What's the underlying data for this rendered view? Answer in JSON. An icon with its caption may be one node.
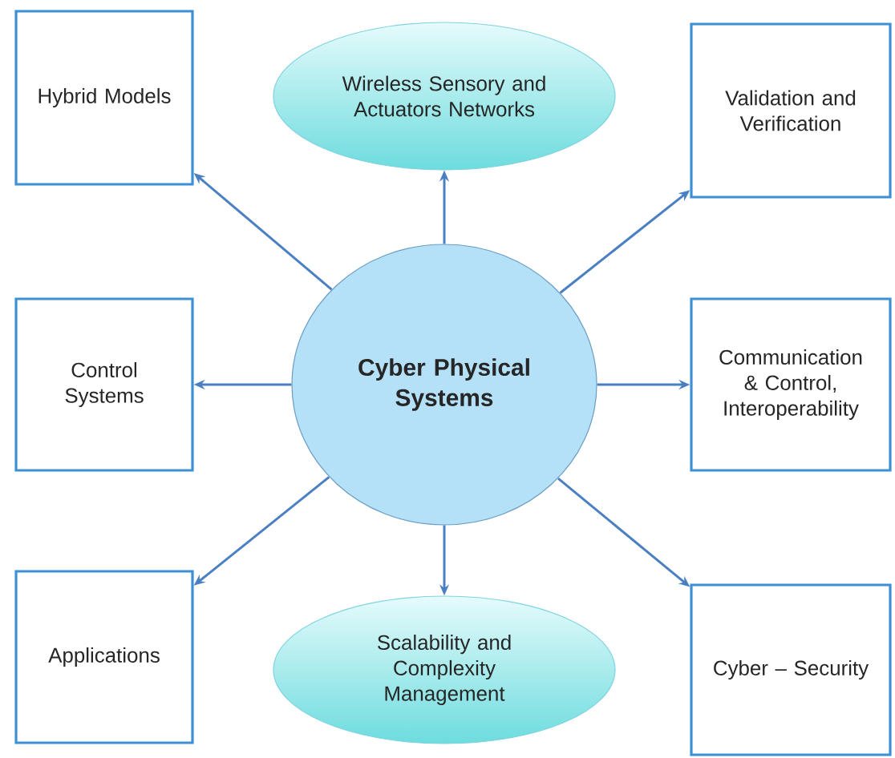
{
  "diagram": {
    "nodes": [
      {
        "text": [
          "Hybrid Models"
        ]
      },
      {
        "text": [
          "Wireless Sensory and Actuators Networks"
        ]
      },
      {
        "text": [
          "Validation and Verification"
        ]
      },
      {
        "text": [
          "Control Systems"
        ]
      },
      {
        "text": [
          "Cyber Physical Systems"
        ]
      },
      {
        "text": [
          "Communication & Control, Interoperability"
        ]
      },
      {
        "text": [
          "Applications"
        ]
      },
      {
        "text": [
          "Scalability and Complexity Management"
        ]
      },
      {
        "text": [
          "Cyber – Security"
        ]
      }
    ],
    "edges": [
      {
        "from": 4,
        "to": 0,
        "arrow": "to"
      },
      {
        "from": 4,
        "to": 1,
        "arrow": "to"
      },
      {
        "from": 4,
        "to": 2,
        "arrow": "to"
      },
      {
        "from": 4,
        "to": 3,
        "arrow": "to"
      },
      {
        "from": 4,
        "to": 5,
        "arrow": "to"
      },
      {
        "from": 4,
        "to": 6,
        "arrow": "to"
      },
      {
        "from": 4,
        "to": 7,
        "arrow": "to"
      },
      {
        "from": 4,
        "to": 8,
        "arrow": "to"
      }
    ]
  }
}
